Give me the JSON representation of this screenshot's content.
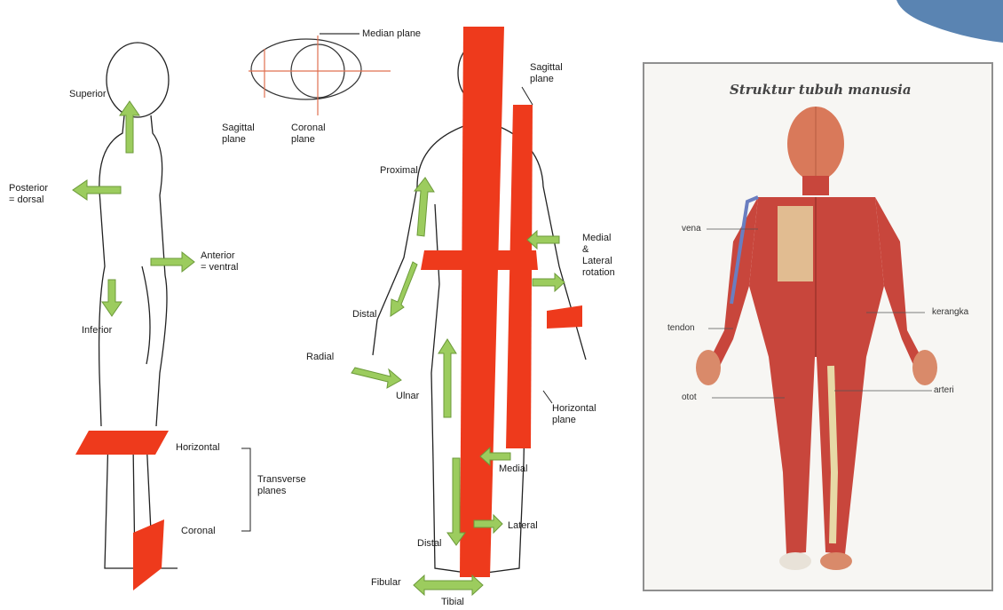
{
  "left_figure": {
    "labels": {
      "superior": "Superior",
      "posterior": "Posterior\n= dorsal",
      "anterior": "Anterior\n= ventral",
      "inferior": "Inferior",
      "horizontal": "Horizontal",
      "transverse": "Transverse\nplanes",
      "coronal": "Coronal"
    }
  },
  "brain_inset": {
    "labels": {
      "median_plane": "Median plane",
      "sagittal_plane": "Sagittal\nplane",
      "coronal_plane": "Coronal\nplane"
    }
  },
  "front_figure": {
    "labels": {
      "sagittal_plane": "Sagittal\nplane",
      "proximal": "Proximal",
      "medial_lateral_rotation": "Medial\n&\nLateral\nrotation",
      "distal_arm": "Distal",
      "radial": "Radial",
      "ulnar": "Ulnar",
      "horizontal_plane": "Horizontal\nplane",
      "medial": "Medial",
      "distal_leg": "Distal",
      "lateral": "Lateral",
      "fibular": "Fibular",
      "tibial": "Tibial"
    }
  },
  "poster": {
    "title": "Struktur tubuh manusia",
    "labels": {
      "vena": "vena",
      "tendon": "tendon",
      "otot": "otot",
      "kerangka": "kerangka",
      "arteri": "arteri"
    }
  },
  "colors": {
    "plane_red": "#ee3a1c",
    "arrow_green": "#9ccc5e",
    "muscle": "#c8463c",
    "bone": "#e7d9a6"
  }
}
